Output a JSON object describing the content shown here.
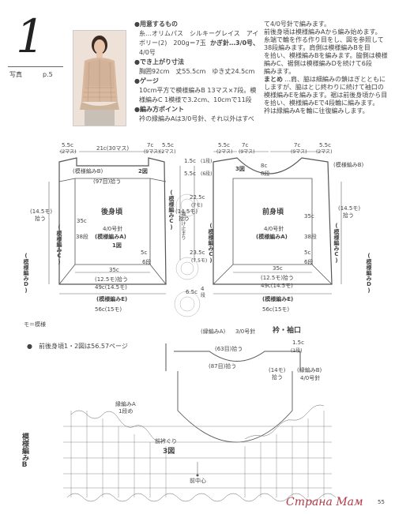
{
  "header": {
    "issue_number": "1",
    "photo_ref_label": "写真",
    "photo_ref_page": "p.5",
    "materials_heading": "●用意するもの",
    "materials_line1": "糸…オリムパス　シルキーグレイス　アイ",
    "materials_line2": "ボリー(2)　200g＝7玉",
    "materials_needle": "かぎ針…3/0号、",
    "materials_line3": "4/0号",
    "size_heading": "●でき上がり寸法",
    "size_line": "胸囲92cm　丈55.5cm　ゆき丈24.5cm",
    "gauge_heading": "●ゲージ",
    "gauge_line1": "10cm平方で模様編みB 13マス×7段。模",
    "gauge_line2": "様編みC 1模様で3.2cm、10cmで11段",
    "points_heading": "●編み方ポイント",
    "points_line1": "衿の縁編みAは3/0号針、それ以外はすべ",
    "right_col": [
      "て4/0号針で編みます。",
      "前後身頃は模様編みAから編み始めます。",
      "糸端で輪を作る作り目をし、図を参照して",
      "38段編みます。肩側は模様編みBを目",
      "を拾い、模様編みBを編みます。脇側は模様",
      "編みC、裾側は模様編みDを続けて6段",
      "編みます。"
    ],
    "matome_label": "まとめ",
    "right_col2": [
      "…肩、脇は細編みの鎖はぎとともに",
      "しますが、脇はとじ終わりに続けて袖口の",
      "模様編みEを編みます。裾は前後身頃から目",
      "を拾い、模様編みEで4段輪に編みます。",
      "衿は縁編みAを輪に往復編みします。"
    ]
  },
  "back_diagram": {
    "top_left": "5.5c",
    "top_left_sub": "(2マス)",
    "top_center": "21c(30マス)",
    "top_right": "7c",
    "top_right_sub": "(9マス)",
    "top_right2": "5.5c",
    "top_right2_sub": "(2マス)",
    "label_b": "(模様編みB)",
    "figure_2": "2図",
    "pickup_97": "(97目)拾う",
    "title": "後身頃",
    "needle": "4/0号針",
    "pattern_a": "(模様編みA)",
    "figure_1": "1図",
    "pickup_14_5_left": "(14.5モ)",
    "pickup_left": "拾う",
    "dim_35c": "35c",
    "dim_38": "38段",
    "dim_5c": "5c",
    "dim_6": "6段",
    "pattern_c_left": "(模様編みC)",
    "pattern_c_right": "(模様編みC)",
    "pattern_d_left": "(模様編みD)",
    "pickup_12_5": "(12.5モ)拾う",
    "pickup_49": "49c(14.5モ)",
    "pattern_e": "(模様編みE)",
    "bottom_56": "56c(15モ)",
    "bottom_35": "35c",
    "legend": "モ＝模様"
  },
  "center_col": {
    "c1_5": "1.5c",
    "c1_5_sub": "(1段)",
    "c5_5": "5.5c",
    "c5_5_sub": "(6段)",
    "c22_5": "22.5c",
    "c22_5_sub": "(7モ)",
    "sleeve_label": "袖つけ止まり",
    "c23_5": "23.5c",
    "c23_5_sub": "(7.5モ)",
    "c6_5": "6.5c",
    "c4": "4",
    "c4_sub": "段",
    "c14_5_mid": "(14.5モ)",
    "c14_5_mid_sub": "拾う"
  },
  "front_diagram": {
    "top_left": "5.5c",
    "top_left_sub": "(2マス)",
    "top_center1": "7c",
    "top_center1_sub": "(9マス)",
    "top_center2": "7c",
    "top_center2_sub": "(9マス)",
    "top_right": "5.5c",
    "top_right_sub": "(2マス)",
    "figure_3": "3図",
    "dim_8c": "8c",
    "dim_8": "8段",
    "pattern_b": "(模様編みB)",
    "title": "前身頃",
    "needle": "4/0号針",
    "pattern_a": "(模様編みA)",
    "pickup_14_5_right": "(14.5モ)",
    "pickup_right": "拾う",
    "dim_35c": "35c",
    "dim_38": "38段",
    "dim_5c": "5c",
    "dim_6": "6段",
    "pattern_c_left": "(模様編みC)",
    "pattern_c_right": "(模様編みC)",
    "pattern_d_right": "(模様編みD)",
    "pickup_12_5": "(12.5モ)拾う",
    "pickup_49": "49c(14.5モ)",
    "pattern_e": "(模様編みE)",
    "bottom_56": "56c(15モ)",
    "bottom_35": "35c"
  },
  "lower": {
    "note": "●　前後身頃1・2図は56.57ページ",
    "collar_title": "衿・袖口",
    "edge_a": "(縁編みA)",
    "needle_3": "3/0号針",
    "pickup_63": "(63目)拾う",
    "pickup_87": "(87目)拾う",
    "c1_5": "1.5c",
    "c1_5_sub": "(1段)",
    "c14": "(14モ)",
    "c14_sub": "拾う",
    "edge_b": "(縁編みB)",
    "needle_4": "4/0号針",
    "edge_a_left": "縁編みA",
    "edge_a_left2": "1段め",
    "pattern_b_vert": "模様編みB",
    "front_neck": "前衿ぐり",
    "figure_3": "3図",
    "front_center": "前中心",
    "page_number": "55",
    "watermark": "Страна Мам"
  }
}
